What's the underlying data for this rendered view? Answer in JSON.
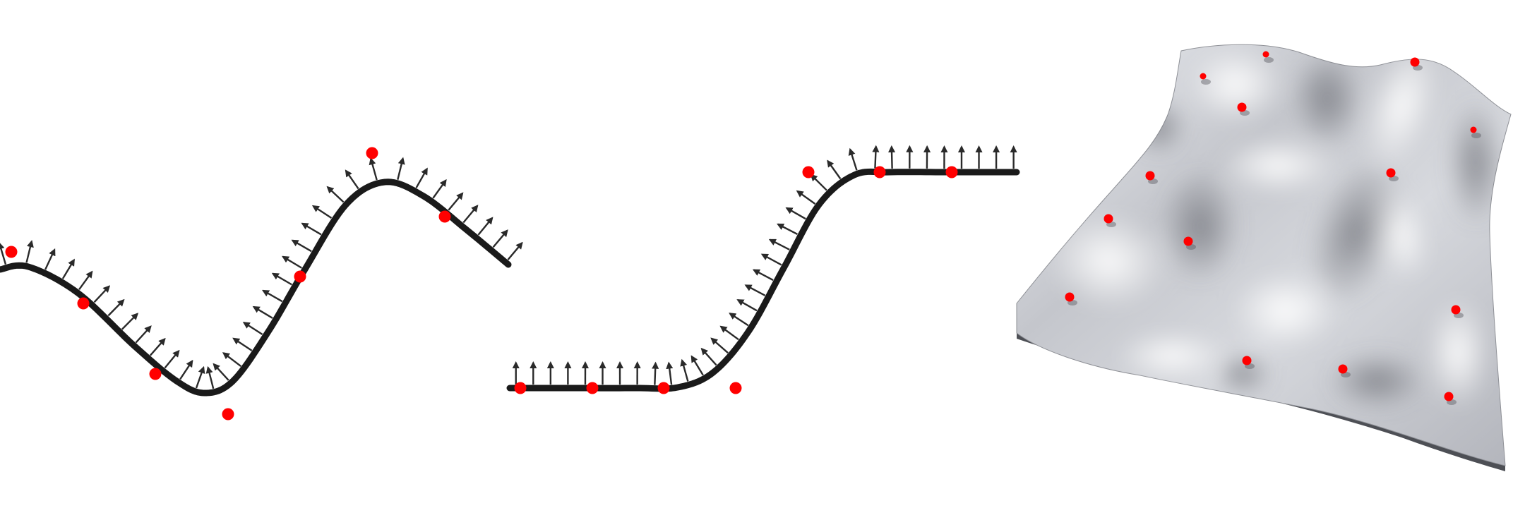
{
  "figure": {
    "panels": [
      {
        "id": "wave-curve",
        "kind": "curve-with-normals",
        "curve_color": "#1a1a1a",
        "normal_color": "#2a2a2a",
        "sample_color": "#ff0000"
      },
      {
        "id": "step-curve",
        "kind": "curve-with-normals",
        "curve_color": "#1a1a1a",
        "normal_color": "#2a2a2a",
        "sample_color": "#ff0000"
      },
      {
        "id": "surface",
        "kind": "shaded-surface-with-points",
        "surface_color": "#c9cbd2",
        "sample_color": "#ff0000"
      }
    ]
  }
}
